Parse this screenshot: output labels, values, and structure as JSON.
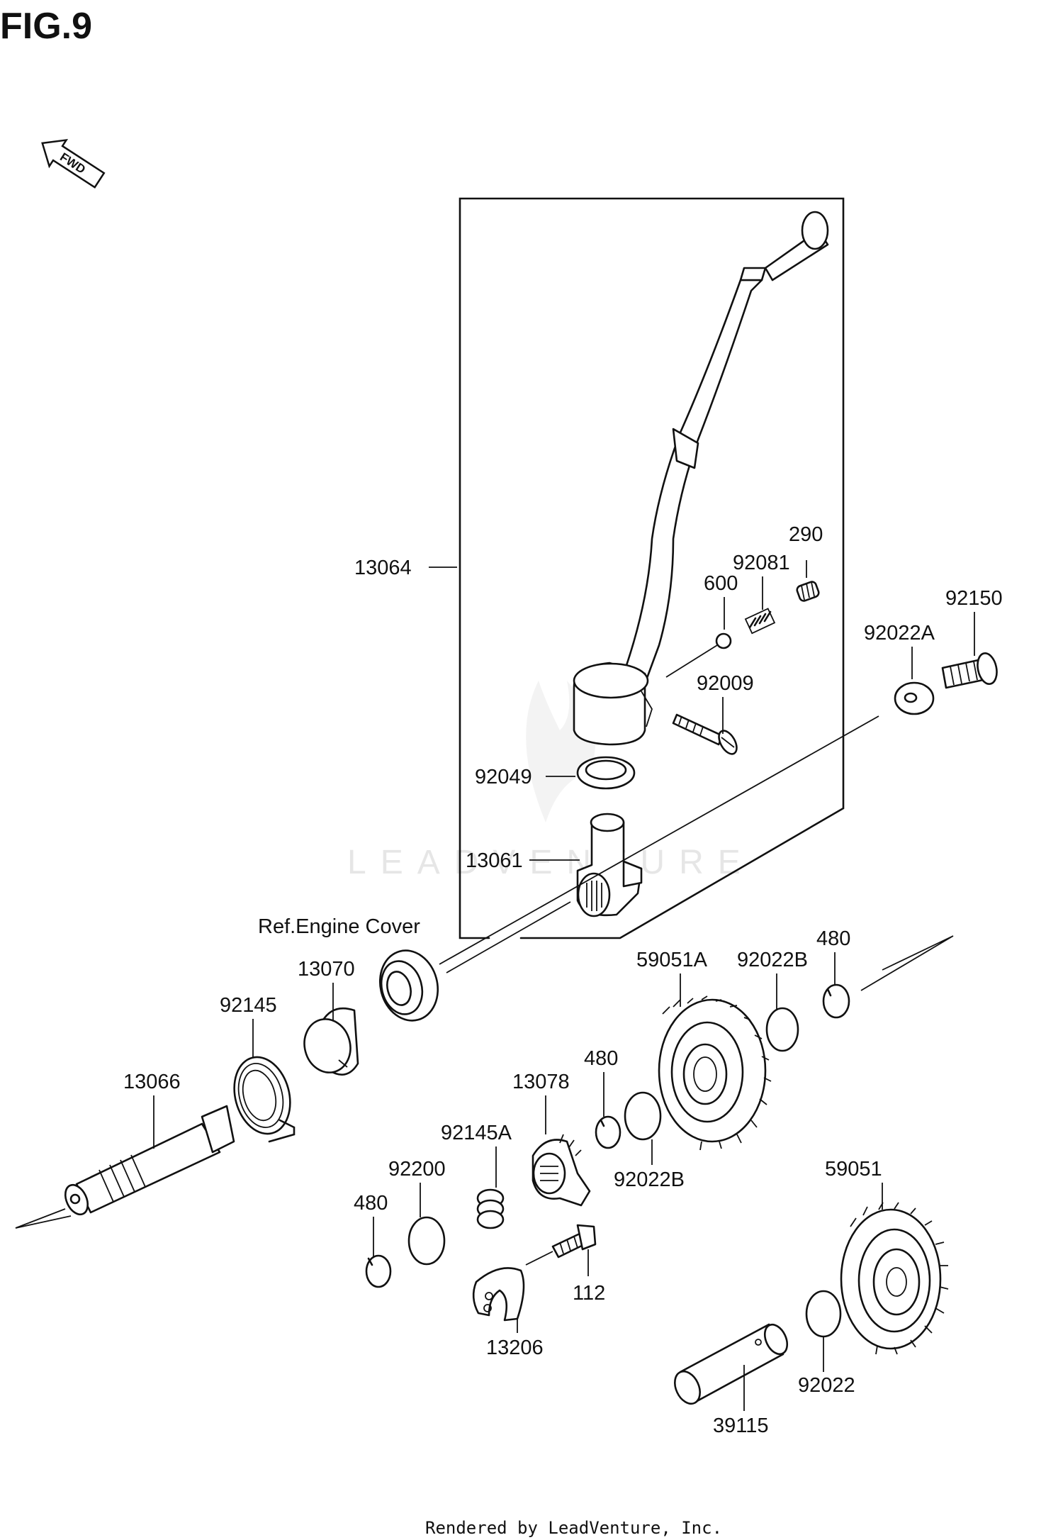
{
  "figure_title": "FIG.9",
  "fwd_label": "FWD",
  "watermark": "LEADVENTURE",
  "footer": "Rendered by LeadVenture, Inc.",
  "callouts": {
    "c13064": "13064",
    "c290": "290",
    "c92081": "92081",
    "c600": "600",
    "c92150": "92150",
    "c92022A": "92022A",
    "c92009": "92009",
    "c92049": "92049",
    "c13061": "13061",
    "cRefEngineCover": "Ref.Engine Cover",
    "c480_top": "480",
    "c59051A": "59051A",
    "c92022B_top": "92022B",
    "c13070": "13070",
    "c92145": "92145",
    "c13066": "13066",
    "c13078": "13078",
    "c480_mid": "480",
    "c92145A": "92145A",
    "c92200": "92200",
    "c92022B_low": "92022B",
    "c480_low": "480",
    "c59051": "59051",
    "c112": "112",
    "c13206": "13206",
    "c92022": "92022",
    "c39115": "39115"
  }
}
